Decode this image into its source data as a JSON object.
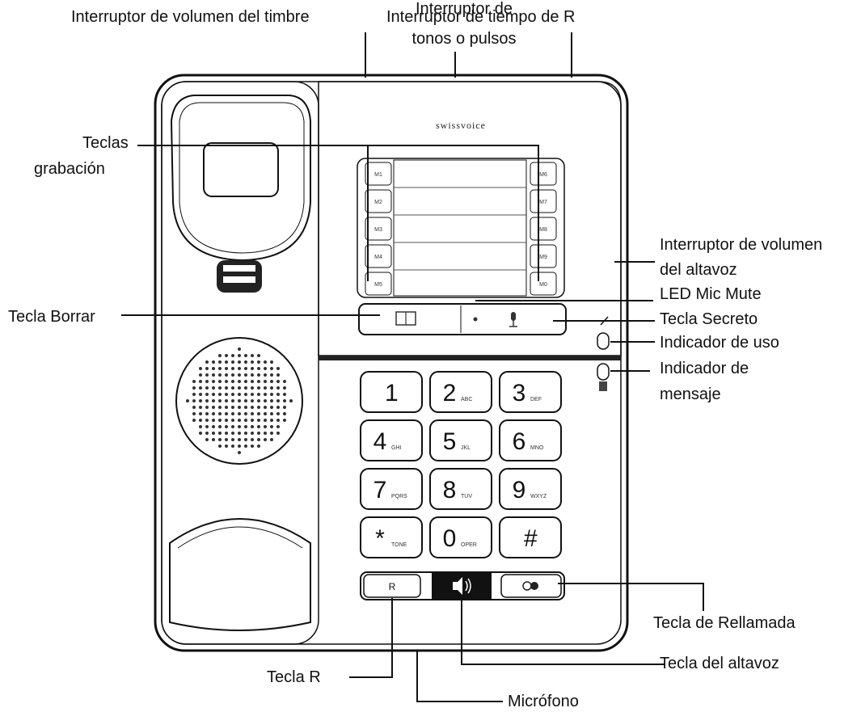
{
  "brand": "swissvoice",
  "labels": {
    "ringer_volume": "Interruptor de volumen del timbre",
    "tone_pulse_1": "Interruptor de",
    "tone_pulse_2": "tonos o pulsos",
    "r_time": "Interruptor de tiempo de R",
    "memory_keys_1": "Teclas",
    "memory_keys_2": "grabación",
    "delete_key": "Tecla Borrar",
    "speaker_volume_1": "Interruptor de volumen",
    "speaker_volume_2": "del altavoz",
    "mic_mute_led": "LED Mic Mute",
    "secret_key": "Tecla Secreto",
    "in_use_indicator": "Indicador de uso",
    "message_indicator_1": "Indicador de",
    "message_indicator_2": "mensaje",
    "redial_key": "Tecla de Rellamada",
    "speaker_key": "Tecla del altavoz",
    "r_key": "Tecla R",
    "microphone": "Micrófono"
  },
  "memory_left": [
    "M1",
    "M2",
    "M3",
    "M4",
    "M5"
  ],
  "memory_right": [
    "M6",
    "M7",
    "M8",
    "M9",
    "M0"
  ],
  "keypad": [
    {
      "main": "1",
      "sub": ""
    },
    {
      "main": "2",
      "sub": "ABC"
    },
    {
      "main": "3",
      "sub": "DEF"
    },
    {
      "main": "4",
      "sub": "GHI"
    },
    {
      "main": "5",
      "sub": "JKL"
    },
    {
      "main": "6",
      "sub": "MNO"
    },
    {
      "main": "7",
      "sub": "PQRS"
    },
    {
      "main": "8",
      "sub": "TUV"
    },
    {
      "main": "9",
      "sub": "WXYZ"
    },
    {
      "main": "*",
      "sub": "TONE"
    },
    {
      "main": "0",
      "sub": "OPER"
    },
    {
      "main": "#",
      "sub": ""
    }
  ],
  "bottom_keys": {
    "r": "R",
    "speaker": "🔊",
    "redial": "●"
  }
}
